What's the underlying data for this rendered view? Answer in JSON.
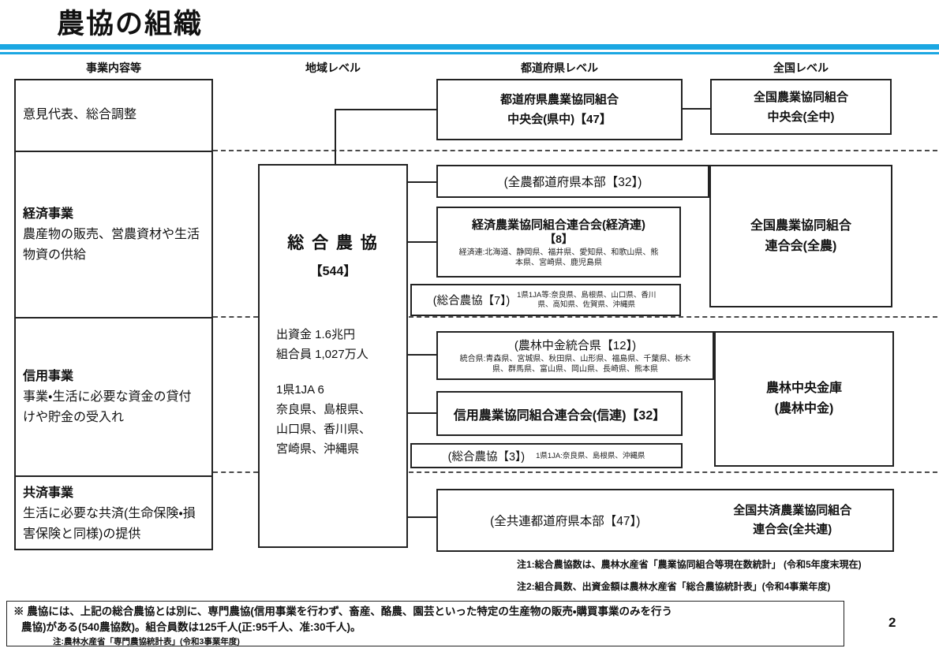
{
  "title": "農協の組織",
  "page_number": "2",
  "headers": {
    "business": "事業内容等",
    "region": "地域レベル",
    "prefecture": "都道府県レベル",
    "national": "全国レベル"
  },
  "left_table": {
    "sections": [
      {
        "title": "",
        "body": "意見代表、総合調整"
      },
      {
        "title": "経済事業",
        "body": "農産物の販売、営農資材や生活物資の供給"
      },
      {
        "title": "信用事業",
        "body": "事業・生活に必要な資金の貸付けや貯金の受入れ"
      },
      {
        "title": "共済事業",
        "body": "生活に必要な共済(生命保険・損害保険と同様)の提供"
      }
    ]
  },
  "central": {
    "name": "総 合 農 協",
    "count": "【544】",
    "stats_line1": "出資金 1.6兆円",
    "stats_line2": "組合員 1,027万人",
    "ja_line1": "1県1JA 6",
    "ja_line2": "奈良県、島根県、",
    "ja_line3": "山口県、香川県、",
    "ja_line4": "宮崎県、沖縄県"
  },
  "boxes": {
    "kenchu": {
      "line1": "都道府県農業協同組合",
      "line2": "中央会(県中)【47】"
    },
    "zenchu": {
      "line1": "全国農業協同組合",
      "line2": "中央会(全中)"
    },
    "zenno_honbu": "(全農都道府県本部【32】)",
    "keizairen": {
      "line1": "経済農業協同組合連合会(経済連)",
      "line2": "【8】",
      "note": "経済連:北海道、静岡県、福井県、愛知県、和歌山県、熊本県、宮崎県、鹿児島県"
    },
    "sogo7": {
      "label": "(総合農協【7】)",
      "note": "1県1JA等:奈良県、島根県、山口県、香川県、高知県、佐賀県、沖縄県"
    },
    "zenno": {
      "line1": "全国農業協同組合",
      "line2": "連合会(全農)"
    },
    "togoken": {
      "label": "(農林中金統合県【12】)",
      "note": "統合県:青森県、宮城県、秋田県、山形県、福島県、千葉県、栃木県、群馬県、富山県、岡山県、長崎県、熊本県"
    },
    "shinren": "信用農業協同組合連合会(信連)【32】",
    "sogo3": {
      "label": "(総合農協【3】)",
      "note": "1県1JA:奈良県、島根県、沖縄県"
    },
    "norinchukin": {
      "line1": "農林中央金庫",
      "line2": "(農林中金)"
    },
    "zenkyoren_honbu": "(全共連都道府県本部【47】)",
    "zenkyoren": {
      "line1": "全国共済農業協同組合",
      "line2": "連合会(全共連)"
    }
  },
  "notes": {
    "note1": "注1:総合農協数は、農林水産省「農業協同組合等現在数統計」 (令和5年度末現在)",
    "note2": "注2:組合員数、出資金額は農林水産省「総合農協統計表」(令和4事業年度)"
  },
  "footnote": {
    "line1": "※ 農協には、上記の総合農協とは別に、専門農協(信用事業を行わず、畜産、酪農、園芸といった特定の生産物の販売・購買事業のみを行う",
    "line2": "農協)がある(540農協数)。組合員数は125千人(正:95千人、准:30千人)。",
    "line3": "注:農林水産省「専門農協統計表」(令和3事業年度)"
  },
  "colors": {
    "accent": "#1BA7E2"
  }
}
